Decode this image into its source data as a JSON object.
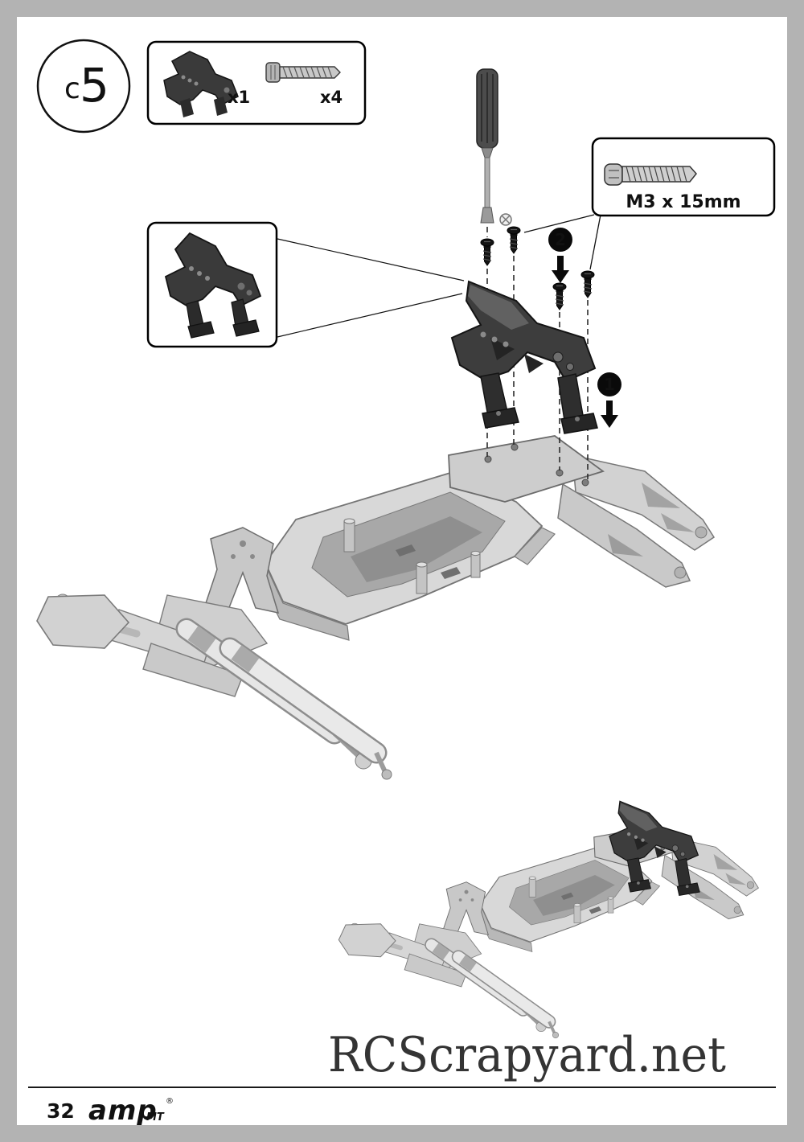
{
  "step": {
    "prefix": "c",
    "number": "5"
  },
  "parts": {
    "tower_qty": "x1",
    "screw_qty": "x4"
  },
  "screw_note": {
    "label": "M3 x 15mm"
  },
  "badges": {
    "one": "1",
    "two": "2"
  },
  "watermark": {
    "text": "RCScrapyard.net",
    "color": "#dd4b4b"
  },
  "footer": {
    "page_number": "32",
    "brand": "amp",
    "brand_sub": "MT",
    "registered": "®"
  },
  "colors": {
    "frame_gray": "#b3b3b3",
    "paper": "#ffffff",
    "ink": "#111111",
    "part_dark": "#3a3a3a",
    "chassis_light": "#d8d8d8"
  }
}
